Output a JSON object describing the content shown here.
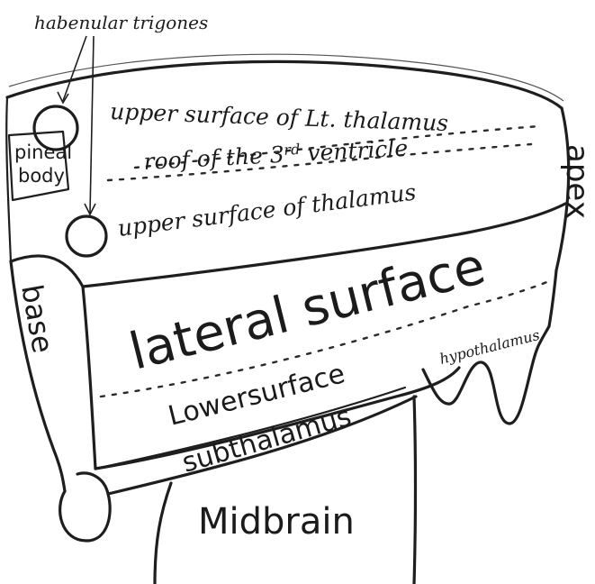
{
  "labels": {
    "habenular_trigones": "habenular trigones",
    "upper_surface_lt_thalamus": "upper surface of Lt. thalamus",
    "pineal": "pineal",
    "body": "body",
    "roof_3rd_ventricle_pre": "roof of the 3",
    "roof_3rd_ventricle_sup": "rd",
    "roof_3rd_ventricle_post": " ventricle",
    "upper_surface_thalamus": "upper surface of thalamus",
    "apex": "apex",
    "base": "base",
    "lateral_surface": "lateral surface",
    "lower_surface": "Lowersurface",
    "hypothalamus": "hypothalamus",
    "subthalamus": "subthalamus",
    "midbrain": "Midbrain"
  }
}
